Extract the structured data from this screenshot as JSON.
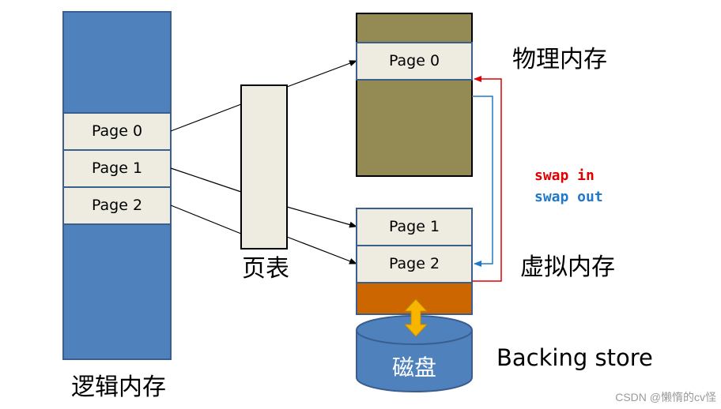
{
  "logical_memory": {
    "label": "逻辑内存",
    "pages": [
      "Page 0",
      "Page 1",
      "Page 2"
    ]
  },
  "page_table": {
    "label": "页表"
  },
  "physical_memory": {
    "label": "物理内存",
    "page": "Page 0"
  },
  "virtual_memory": {
    "label": "虚拟内存",
    "pages": [
      "Page 1",
      "Page 2"
    ]
  },
  "swap": {
    "in_label": "swap in",
    "out_label": "swap out"
  },
  "disk": {
    "label": "磁盘",
    "caption": "Backing store"
  },
  "watermark": "CSDN @懒惰的cv怪",
  "colors": {
    "logical_block": "#4f81bd",
    "page_cell": "#eeece1",
    "physical_block": "#948a54",
    "swap_area": "#cc6600",
    "disk": "#4f81bd",
    "swap_in": "#e00000",
    "swap_out": "#1f78c8",
    "transfer_arrow": "#f7b500"
  }
}
